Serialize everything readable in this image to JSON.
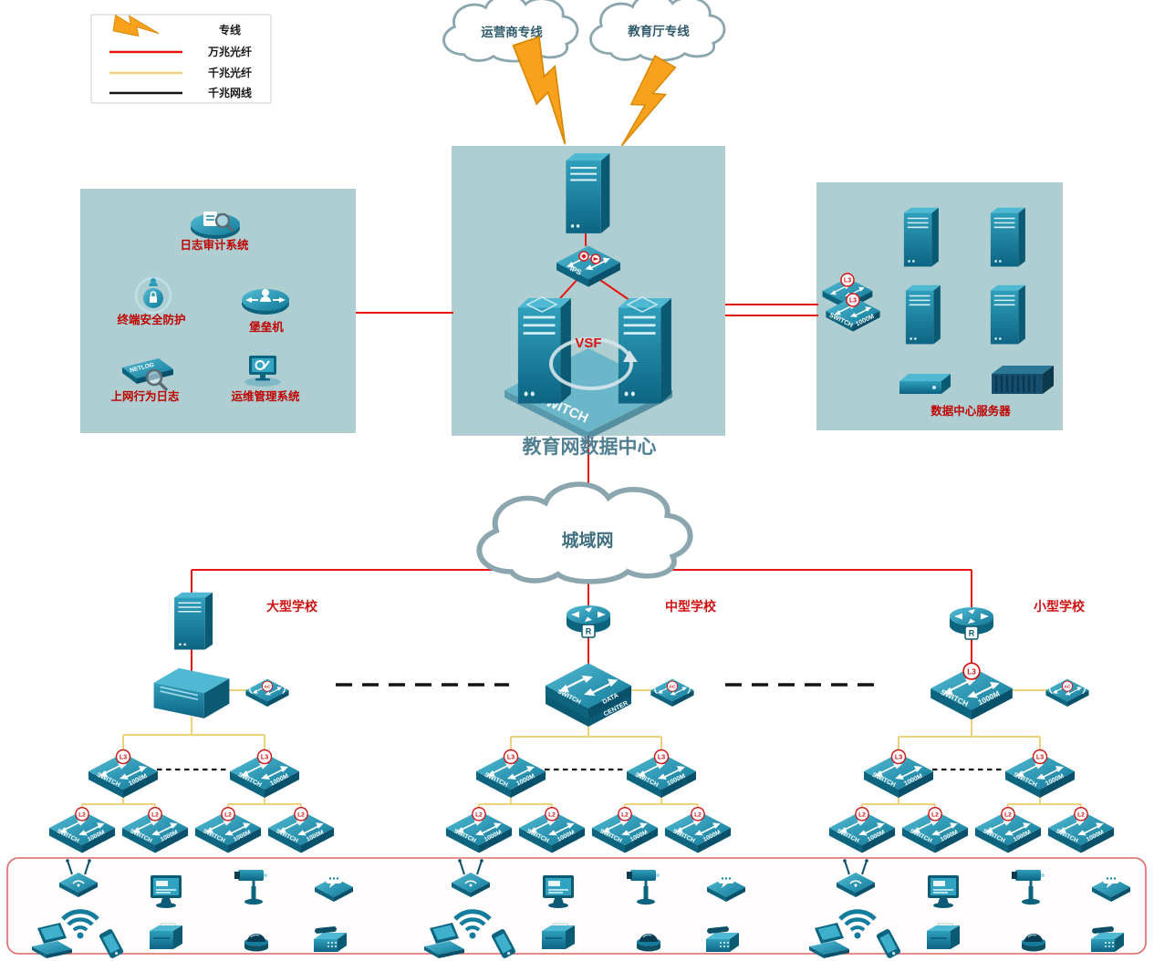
{
  "legend": {
    "items": [
      {
        "label": "专线",
        "type": "lightning"
      },
      {
        "label": "万兆光纤",
        "type": "red-line"
      },
      {
        "label": "千兆光纤",
        "type": "yellow-line"
      },
      {
        "label": "千兆网线",
        "type": "black-line"
      }
    ]
  },
  "clouds": {
    "carrier": "运营商专线",
    "education": "教育厅专线",
    "man": "城域网"
  },
  "datacenter": {
    "title": "教育网数据中心",
    "vsf": "VSF",
    "platform": "SWITCH",
    "ips": "IPS"
  },
  "security_zone": {
    "audit": "日志审计系统",
    "endpoint": "终端安全防护",
    "bastion": "堡垒机",
    "netlog_device": "NETLOG",
    "netlog_label": "上网行为日志",
    "ops": "运维管理系统"
  },
  "server_zone": {
    "title": "数据中心服务器",
    "switch_line1": "SWITCH",
    "switch_line2": "1000M",
    "badge": "L3"
  },
  "schools": {
    "large": "大型学校",
    "medium": "中型学校",
    "small": "小型学校",
    "medium_core_line1": "SWITCH",
    "medium_core_line2": "DATA",
    "medium_core_line3": "CENTER"
  },
  "shared": {
    "switch_word": "SWITCH",
    "speed_word": "1000M",
    "l3": "L3",
    "l2": "L2",
    "ac": "AC",
    "router_badge": "R"
  },
  "colors": {
    "line_10g_fiber": "#e8120e",
    "line_1g_fiber": "#eed27a",
    "line_1g_cable": "#141414",
    "dedicated_line": "#f7a11d",
    "zone_background": "#aeced2",
    "device_teal": "#1a86a6",
    "label_red": "#c00000"
  }
}
